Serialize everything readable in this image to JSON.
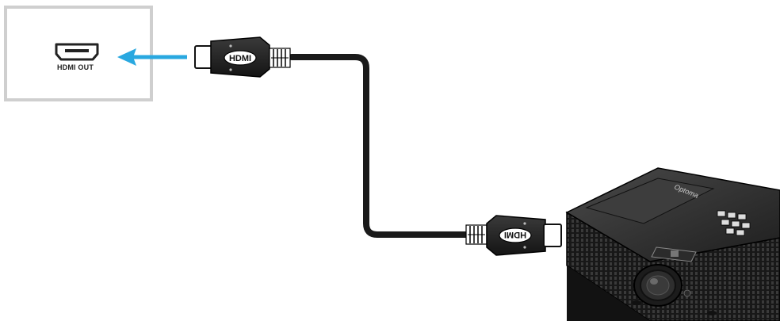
{
  "source_device": {
    "port_label": "HDMI OUT"
  },
  "cable": {
    "plug_logo": "HDMI"
  },
  "projector": {
    "brand": "Optoma"
  },
  "colors": {
    "arrow": "#29a8e0",
    "cable": "#1a1a1a",
    "box_border": "#cfcfcf"
  }
}
